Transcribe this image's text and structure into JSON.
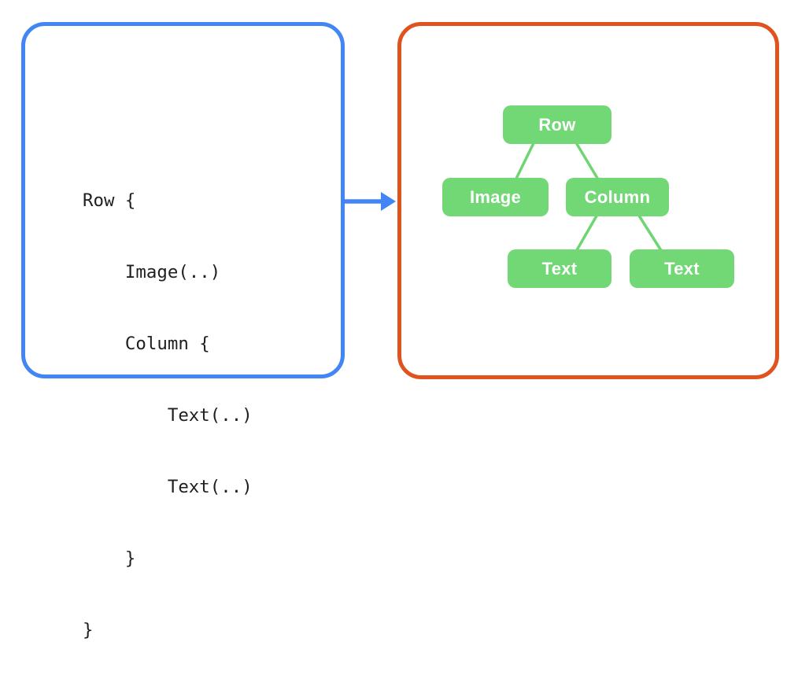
{
  "colors": {
    "background": "#FFFFFF",
    "code_panel_border": "#4285F4",
    "tree_panel_border": "#E0521E",
    "arrow": "#4285F4",
    "node_fill": "#72D876",
    "edge_line": "#6FD573",
    "node_text": "#FFFFFF",
    "code_text": "#1F1F1F"
  },
  "code_panel": {
    "lines": [
      "Row {",
      "    Image(..)",
      "    Column {",
      "        Text(..)",
      "        Text(..)",
      "    }",
      "}"
    ]
  },
  "arrow": {
    "direction": "right",
    "from": "code_panel",
    "to": "tree_panel"
  },
  "tree_panel": {
    "nodes": [
      {
        "id": "row",
        "label": "Row"
      },
      {
        "id": "image",
        "label": "Image"
      },
      {
        "id": "column",
        "label": "Column"
      },
      {
        "id": "text-1",
        "label": "Text"
      },
      {
        "id": "text-2",
        "label": "Text"
      }
    ],
    "edges": [
      [
        "row",
        "image"
      ],
      [
        "row",
        "column"
      ],
      [
        "column",
        "text-1"
      ],
      [
        "column",
        "text-2"
      ]
    ]
  }
}
